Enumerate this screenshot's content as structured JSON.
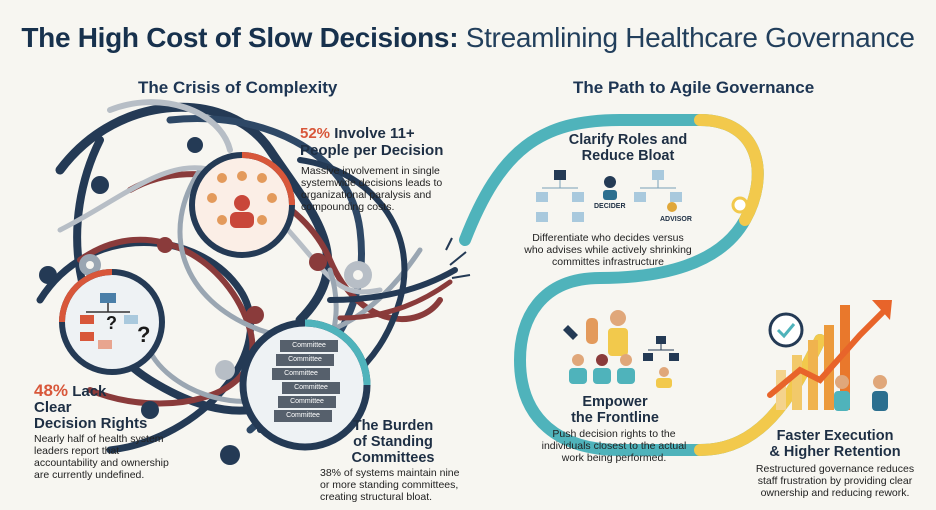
{
  "title": {
    "bold": "The High Cost of Slow Decisions:",
    "light": "Streamlining Healthcare Governance"
  },
  "left": {
    "heading": "The Crisis of Complexity",
    "stat1": {
      "pct": "52%",
      "headline_a": "Involve 11+",
      "headline_b": "People per Decision",
      "body": [
        "Massive involvement in single",
        "systemwide decisions leads to",
        "organizational paralysis and",
        "compounding costs."
      ]
    },
    "stat2": {
      "pct": "48%",
      "headline_a": "Lack",
      "headline_b": "Clear",
      "headline_c": "Decision Rights",
      "body": [
        "Nearly half of health system",
        "leaders report that",
        "accountability and ownership",
        "are currently undefined."
      ]
    },
    "stat3": {
      "headline": [
        "The Burden",
        "of Standing",
        "Committees"
      ],
      "body": [
        "38% of systems maintain nine",
        "or more standing committees,",
        "creating structural bloat."
      ]
    },
    "committee_label": "Committee",
    "question_mark": "?"
  },
  "right": {
    "heading": "The Path to Agile Governance",
    "step1": {
      "headline": [
        "Clarify Roles and",
        "Reduce Bloat"
      ],
      "decider": "DECIDER",
      "advisor": "ADVISOR",
      "body": [
        "Differentiate who decides versus",
        "who advises while actively shrinking",
        "committes infrastructure"
      ]
    },
    "step2": {
      "headline": [
        "Empower",
        "the Frontline"
      ],
      "body": [
        "Push decision rights to the",
        "individuals closest to the actual",
        "work being performed."
      ]
    },
    "step3": {
      "headline": [
        "Faster Execution",
        "& Higher Retention"
      ],
      "body": [
        "Restructured governance reduces",
        "staff frustration by providing clear",
        "ownership and reducing rework."
      ]
    }
  },
  "colors": {
    "navy": "#243a55",
    "orange": "#d8573a",
    "teal": "#4fb3bb",
    "yellow": "#f2c94c",
    "red": "#8a3b3b"
  }
}
